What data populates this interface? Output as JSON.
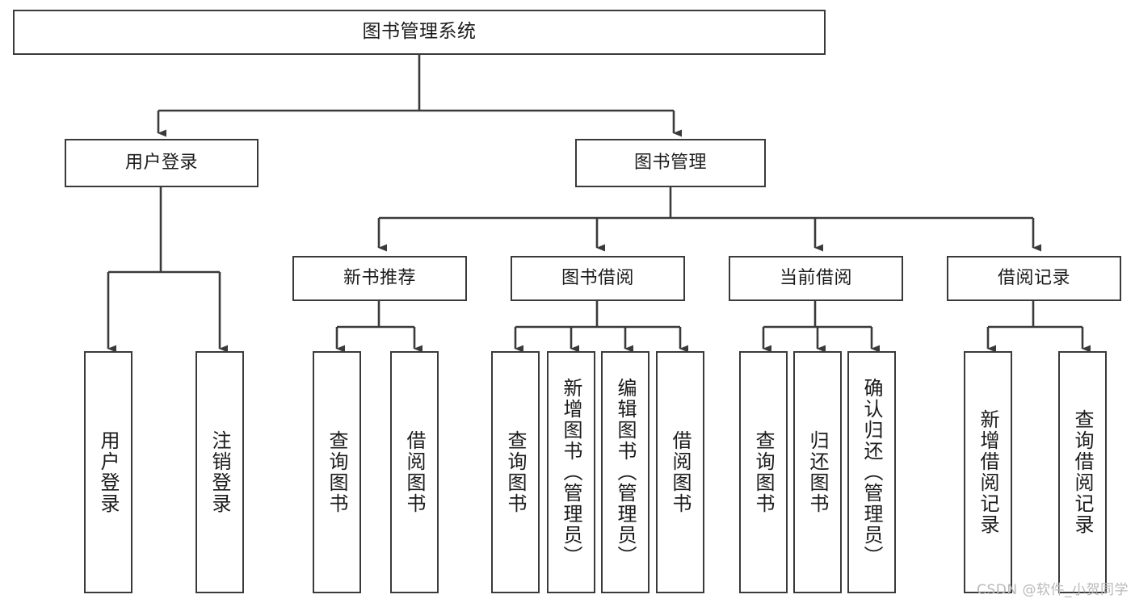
{
  "diagram": {
    "title": "图书管理系统",
    "type": "tree-hierarchy",
    "watermark": "CSDN @软件_小贺同学",
    "colors": {
      "stroke": "#3a3a3a",
      "fill": "#ffffff",
      "text": "#1b1b1b",
      "watermark": "#b9b9b9"
    },
    "nodes": {
      "root": {
        "label": "图书管理系统",
        "level": 1
      },
      "level2": [
        {
          "id": "user-login",
          "label": "用户登录"
        },
        {
          "id": "book-manage",
          "label": "图书管理"
        }
      ],
      "level3": [
        {
          "id": "new-book-rec",
          "label": "新书推荐"
        },
        {
          "id": "book-borrow",
          "label": "图书借阅"
        },
        {
          "id": "current-borrow",
          "label": "当前借阅"
        },
        {
          "id": "borrow-record",
          "label": "借阅记录"
        }
      ],
      "leaves": {
        "user-login": [
          {
            "id": "leaf-user-login",
            "label": "用户登录"
          },
          {
            "id": "leaf-user-logout",
            "label": "注销登录"
          }
        ],
        "new-book-rec": [
          {
            "id": "leaf-query-book-1",
            "label": "查询图书"
          },
          {
            "id": "leaf-borrow-book-1",
            "label": "借阅图书"
          }
        ],
        "book-borrow": [
          {
            "id": "leaf-query-book-2",
            "label": "查询图书"
          },
          {
            "id": "leaf-add-book",
            "label": "新增图书（管理员）"
          },
          {
            "id": "leaf-edit-book",
            "label": "编辑图书（管理员）"
          },
          {
            "id": "leaf-borrow-book-2",
            "label": "借阅图书"
          }
        ],
        "current-borrow": [
          {
            "id": "leaf-query-book-3",
            "label": "查询图书"
          },
          {
            "id": "leaf-return-book",
            "label": "归还图书"
          },
          {
            "id": "leaf-confirm-return",
            "label": "确认归还（管理员）"
          }
        ],
        "borrow-record": [
          {
            "id": "leaf-add-record",
            "label": "新增借阅记录"
          },
          {
            "id": "leaf-query-record",
            "label": "查询借阅记录"
          }
        ]
      }
    }
  }
}
